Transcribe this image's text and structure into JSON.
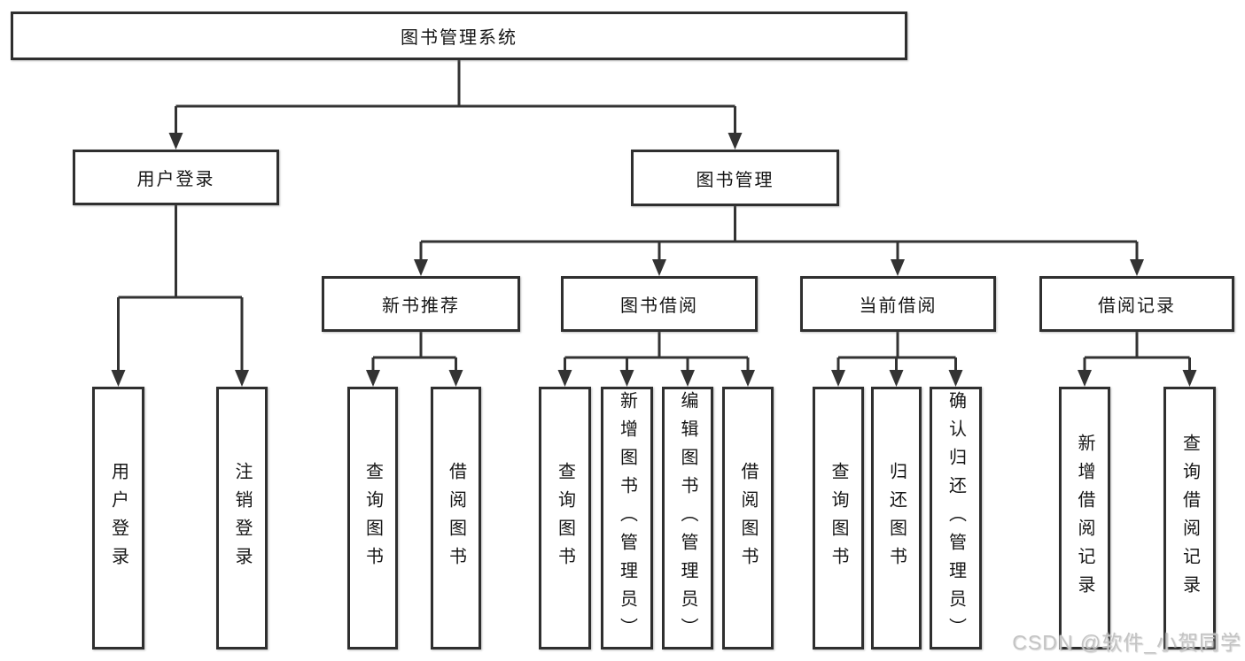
{
  "diagram": {
    "type": "tree",
    "orientation": "top-down",
    "colors": {
      "background": "#ffffff",
      "line": "#333333",
      "box_border": "#2f2f2f",
      "text": "#161616",
      "watermark": "#c3c3c3"
    }
  },
  "tree": {
    "label": "图书管理系统",
    "children": [
      {
        "label": "用户登录",
        "children": [
          {
            "label": "用户登录"
          },
          {
            "label": "注销登录"
          }
        ]
      },
      {
        "label": "图书管理",
        "children": [
          {
            "label": "新书推荐",
            "children": [
              {
                "label": "查询图书"
              },
              {
                "label": "借阅图书"
              }
            ]
          },
          {
            "label": "图书借阅",
            "children": [
              {
                "label": "查询图书"
              },
              {
                "label": "新增图书（管理员）"
              },
              {
                "label": "编辑图书（管理员）"
              },
              {
                "label": "借阅图书"
              }
            ]
          },
          {
            "label": "当前借阅",
            "children": [
              {
                "label": "查询图书"
              },
              {
                "label": "归还图书"
              },
              {
                "label": "确认归还（管理员）"
              }
            ]
          },
          {
            "label": "借阅记录",
            "children": [
              {
                "label": "新增借阅记录"
              },
              {
                "label": "查询借阅记录"
              }
            ]
          }
        ]
      }
    ]
  },
  "watermark": {
    "text": "CSDN @软件_小贺同学"
  }
}
